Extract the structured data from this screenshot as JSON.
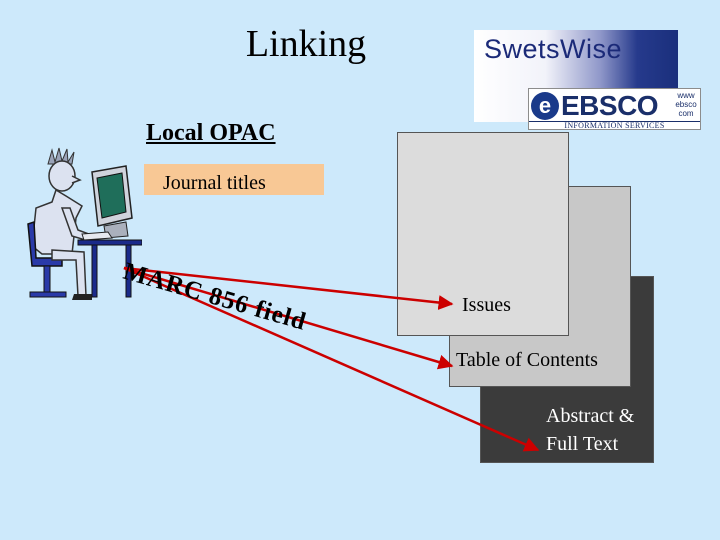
{
  "slide": {
    "title": "Linking"
  },
  "logos": {
    "swetswise": "SwetsWise",
    "ebsco": {
      "mark": "e",
      "name": "EBSCO",
      "web": [
        "www",
        "ebsco",
        "com"
      ],
      "tagline": "INFORMATION SERVICES"
    }
  },
  "opac": {
    "heading": "Local OPAC",
    "box": "Journal titles"
  },
  "arrow_label": "MARC 856 field",
  "panels": {
    "issues": "Issues",
    "toc": "Table of Contents",
    "abstract_line1": "Abstract &",
    "abstract_line2": "Full Text"
  },
  "colors": {
    "background": "#cde9fb",
    "journal_box": "#f8c895",
    "arrow": "#cc0000",
    "panel_front": "#dcdcdc",
    "panel_middle": "#c8c8c8",
    "panel_back": "#3b3b3b",
    "swets_blue": "#1b2a78"
  },
  "icons": {
    "figure": "person-at-computer-icon"
  }
}
